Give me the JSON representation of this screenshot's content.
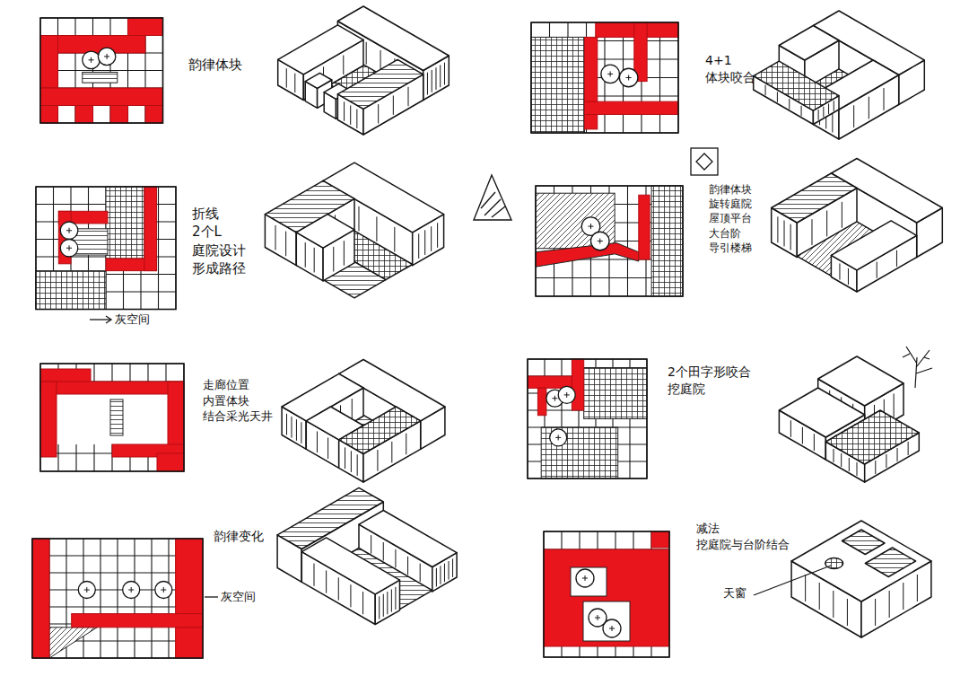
{
  "diagram": {
    "labels": [
      "韵律体块",
      "4+1 体块咬合",
      "折线 2个L 庭院设计 形成路径",
      "灰空间",
      "韵律体块 旋转庭院 屋顶平台 大台阶 导引楼梯",
      "走廊位置 内置体块 结合采光天井",
      "2个田字形咬合 挖庭院",
      "韵律变化",
      "灰空间",
      "减法 挖庭院与台阶结合",
      "天窗"
    ]
  }
}
